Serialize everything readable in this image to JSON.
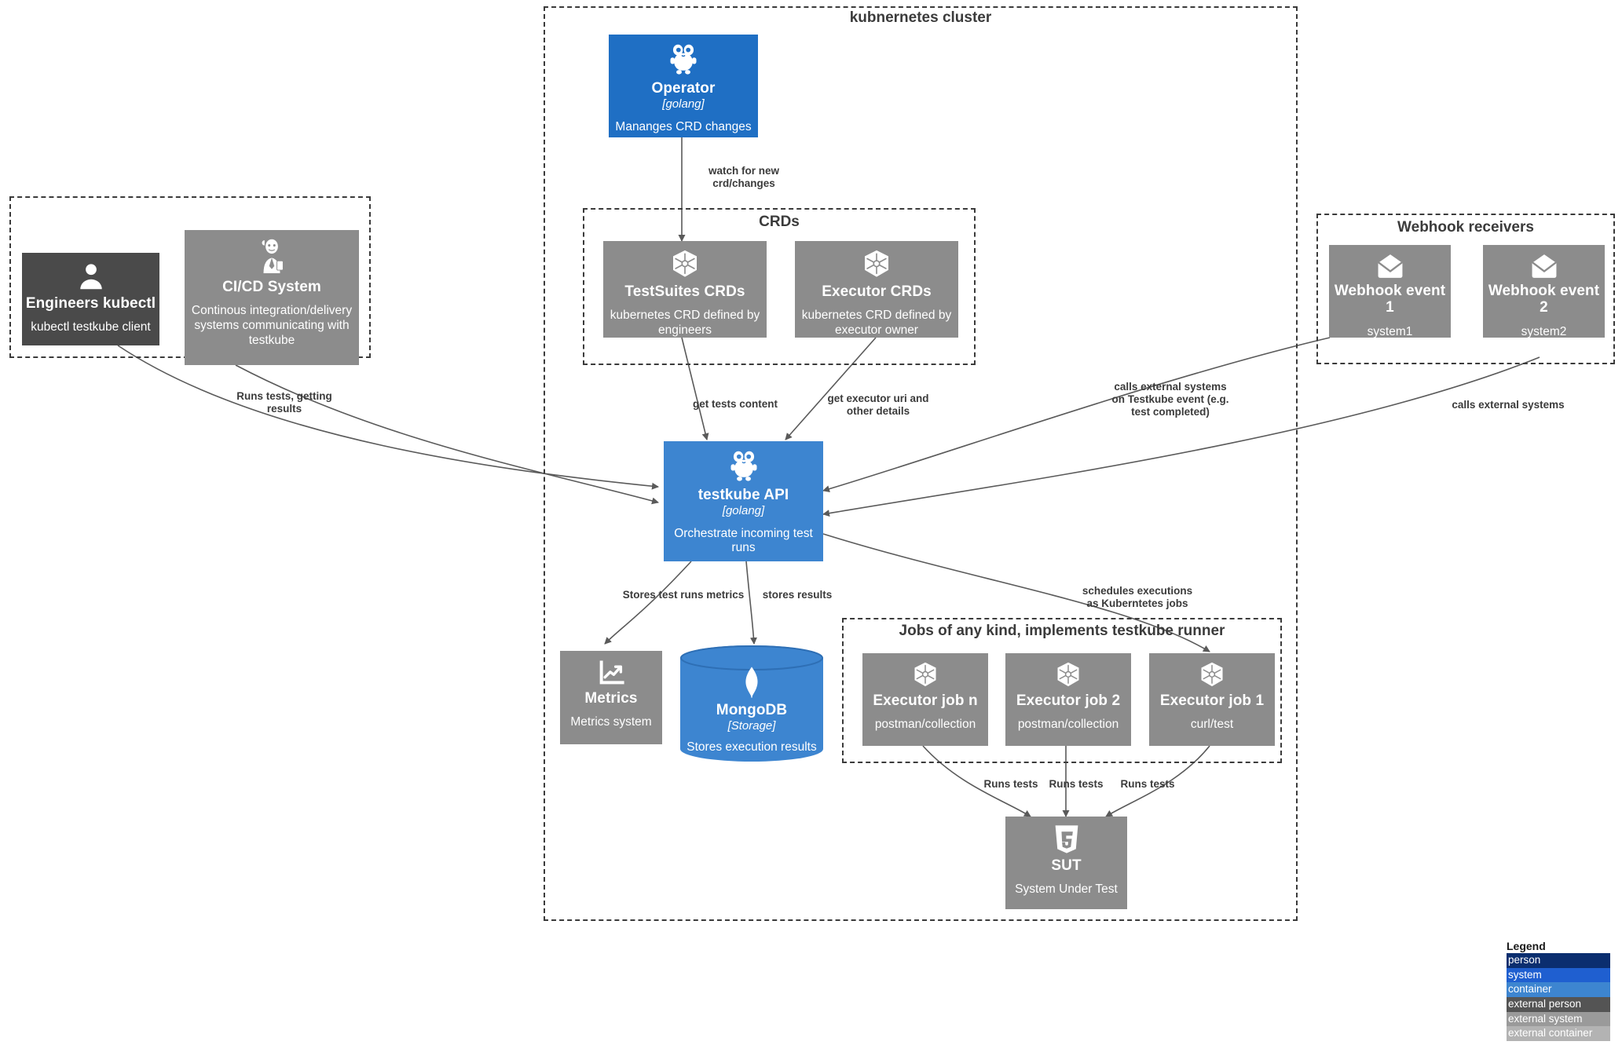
{
  "diagram": {
    "title": "testkube architecture (C4 container diagram)"
  },
  "groups": [
    {
      "name": "kubernetes-cluster",
      "label": "kubnernetes cluster"
    },
    {
      "name": "crds",
      "label": "CRDs"
    },
    {
      "name": "clients",
      "label": ""
    },
    {
      "name": "webhook-receivers",
      "label": "Webhook receivers"
    },
    {
      "name": "jobs",
      "label": "Jobs of any kind, implements testkube runner"
    }
  ],
  "nodes": {
    "operator": {
      "title": "Operator",
      "tech": "[golang]",
      "desc": "Mananges CRD changes",
      "icon": "gopher-icon",
      "kind": "system"
    },
    "engineers": {
      "title": "Engineers kubectl",
      "tech": "",
      "desc": "kubectl testkube client",
      "icon": "person-icon",
      "kind": "external person"
    },
    "cicd": {
      "title": "CI/CD System",
      "tech": "",
      "desc": "Continous integration/delivery systems communicating with testkube",
      "icon": "jenkins-butler-icon",
      "kind": "external system"
    },
    "testsuitecrds": {
      "title": "TestSuites CRDs",
      "tech": "",
      "desc": "kubernetes CRD defined by engineers",
      "icon": "kubernetes-icon",
      "kind": "external container"
    },
    "executorcrds": {
      "title": "Executor CRDs",
      "tech": "",
      "desc": "kubernetes CRD defined by executor owner",
      "icon": "kubernetes-icon",
      "kind": "external container"
    },
    "testkubeapi": {
      "title": "testkube API",
      "tech": "[golang]",
      "desc": "Orchestrate incoming test runs",
      "icon": "gopher-icon",
      "kind": "container"
    },
    "metrics": {
      "title": "Metrics",
      "tech": "",
      "desc": "Metrics system",
      "icon": "chart-line-icon",
      "kind": "external system"
    },
    "mongodb": {
      "title": "MongoDB",
      "tech": "[Storage]",
      "desc": "Stores execution results",
      "icon": "mongodb-leaf-icon",
      "kind": "container"
    },
    "webhook1": {
      "title": "Webhook event 1",
      "tech": "",
      "desc": "system1",
      "icon": "envelope-icon",
      "kind": "external system"
    },
    "webhook2": {
      "title": "Webhook event 2",
      "tech": "",
      "desc": "system2",
      "icon": "envelope-icon",
      "kind": "external system"
    },
    "jobn": {
      "title": "Executor job n",
      "tech": "",
      "desc": "postman/collection",
      "icon": "kubernetes-icon",
      "kind": "external container"
    },
    "job2": {
      "title": "Executor job 2",
      "tech": "",
      "desc": "postman/collection",
      "icon": "kubernetes-icon",
      "kind": "external container"
    },
    "job1": {
      "title": "Executor job 1",
      "tech": "",
      "desc": "curl/test",
      "icon": "kubernetes-icon",
      "kind": "external container"
    },
    "sut": {
      "title": "SUT",
      "tech": "",
      "desc": "System Under Test",
      "icon": "html5-shield-icon",
      "kind": "external system"
    }
  },
  "edge_labels": {
    "watch_crd": "watch for new\ncrd/changes",
    "get_tests": "get tests content",
    "get_executor_uri": "get executor uri and\nother details",
    "runs_tests_client": "Runs tests, getting\nresults",
    "calls_ext_event": "calls external systems\non Testkube event (e.g.\ntest completed)",
    "calls_ext": "calls external systems",
    "stores_metrics": "Stores test runs metrics",
    "stores_results": "stores results",
    "schedules": "schedules executions\nas Kuberntetes jobs",
    "runs_tests_n": "Runs tests",
    "runs_tests_2": "Runs tests",
    "runs_tests_1": "Runs tests"
  },
  "legend": {
    "title": "Legend",
    "items": [
      {
        "label": "person",
        "color": "#0b2e6f"
      },
      {
        "label": "system",
        "color": "#1f5fd0"
      },
      {
        "label": "container",
        "color": "#3d85d0"
      },
      {
        "label": "external person",
        "color": "#545454"
      },
      {
        "label": "external system",
        "color": "#9a9a9a"
      },
      {
        "label": "external container",
        "color": "#b3b3b3"
      }
    ]
  },
  "colors": {
    "blue_system": "#1f6fc4",
    "blue_container": "#3d85d0",
    "grey_external": "#8c8c8c",
    "dark_person": "#4a4a4a",
    "line": "#5a5a5a",
    "text": "#3b3b3b"
  }
}
